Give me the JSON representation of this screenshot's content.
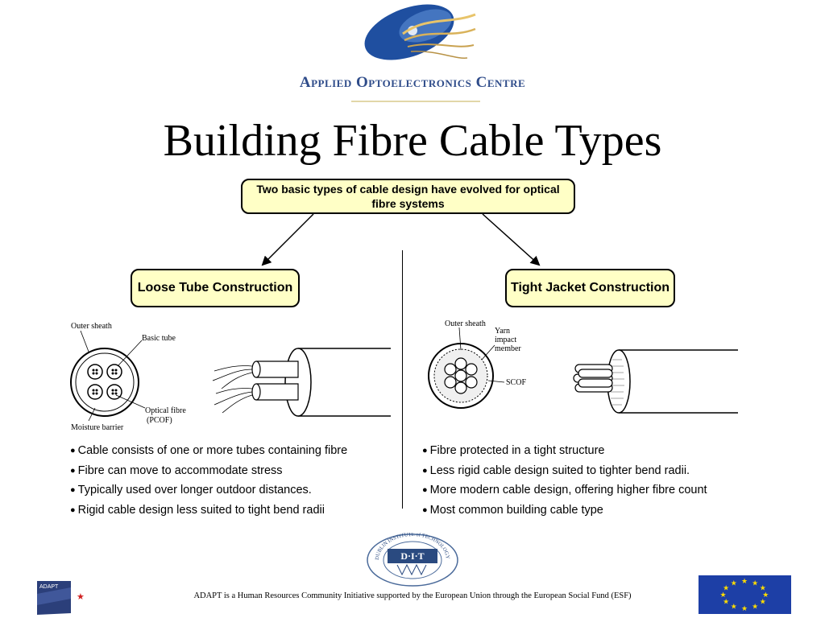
{
  "header": {
    "org_name": "Applied Optoelectronics Centre",
    "title": "Building Fibre Cable Types"
  },
  "intro": {
    "text": "Two basic types of cable design have evolved for optical fibre systems"
  },
  "loose_tube": {
    "heading": "Loose Tube Construction",
    "figure_labels": {
      "outer_sheath": "Outer sheath",
      "basic_tube": "Basic tube",
      "optical_fibre": "Optical fibre",
      "pcof": "(PCOF)",
      "moisture_barrier": "Moisture barrier"
    },
    "bullets": [
      "Cable consists of one or more tubes containing fibre",
      "Fibre can move to accommodate stress",
      "Typically used over longer outdoor distances.",
      "Rigid cable design less suited to tight bend radii"
    ]
  },
  "tight_jacket": {
    "heading": "Tight Jacket Construction",
    "figure_labels": {
      "outer_sheath": "Outer sheath",
      "yarn": "Yarn",
      "impact": "impact",
      "member": "member",
      "scof": "SCOF"
    },
    "bullets": [
      "Fibre protected in a tight structure",
      "Less rigid cable design suited to tighter bend radii.",
      "More modern cable design, offering higher fibre count",
      "Most common building cable type"
    ]
  },
  "dit_logo": {
    "initials": "D·I·T",
    "ring_text": "DUBLIN INSTITUTE of TECHNOLOGY"
  },
  "adapt_logo": {
    "label": "ADAPT"
  },
  "footer": {
    "text": "ADAPT is a Human Resources Community Initiative supported by the European Union through the European Social Fund (ESF)"
  },
  "colors": {
    "box_fill": "#ffffc6",
    "brand_blue": "#2f4c8a",
    "eu_blue": "#1d3fa6",
    "eu_star": "#ffdd00"
  }
}
